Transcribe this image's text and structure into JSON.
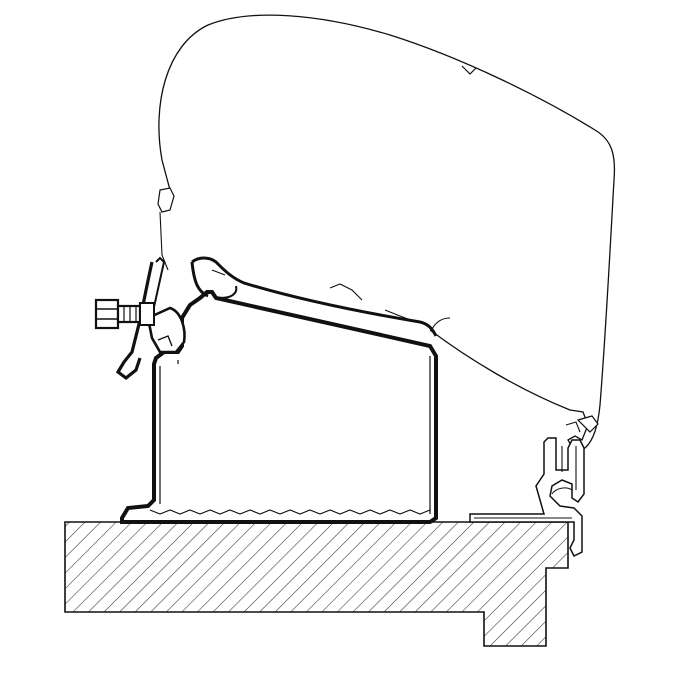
{
  "diagram": {
    "parts": [
      {
        "id": "awning-cassette",
        "kind": "outline"
      },
      {
        "id": "adapter-rail",
        "kind": "profile"
      },
      {
        "id": "mounting-bracket",
        "kind": "hardware"
      },
      {
        "id": "bolt-nut",
        "kind": "hardware"
      },
      {
        "id": "roof-channel",
        "kind": "profile"
      },
      {
        "id": "vehicle-roof-wall",
        "kind": "hatched-section"
      }
    ],
    "colors": {
      "stroke": "#111111",
      "fill": "#ffffff",
      "hatch": "#333333",
      "background": "#ffffff"
    }
  }
}
